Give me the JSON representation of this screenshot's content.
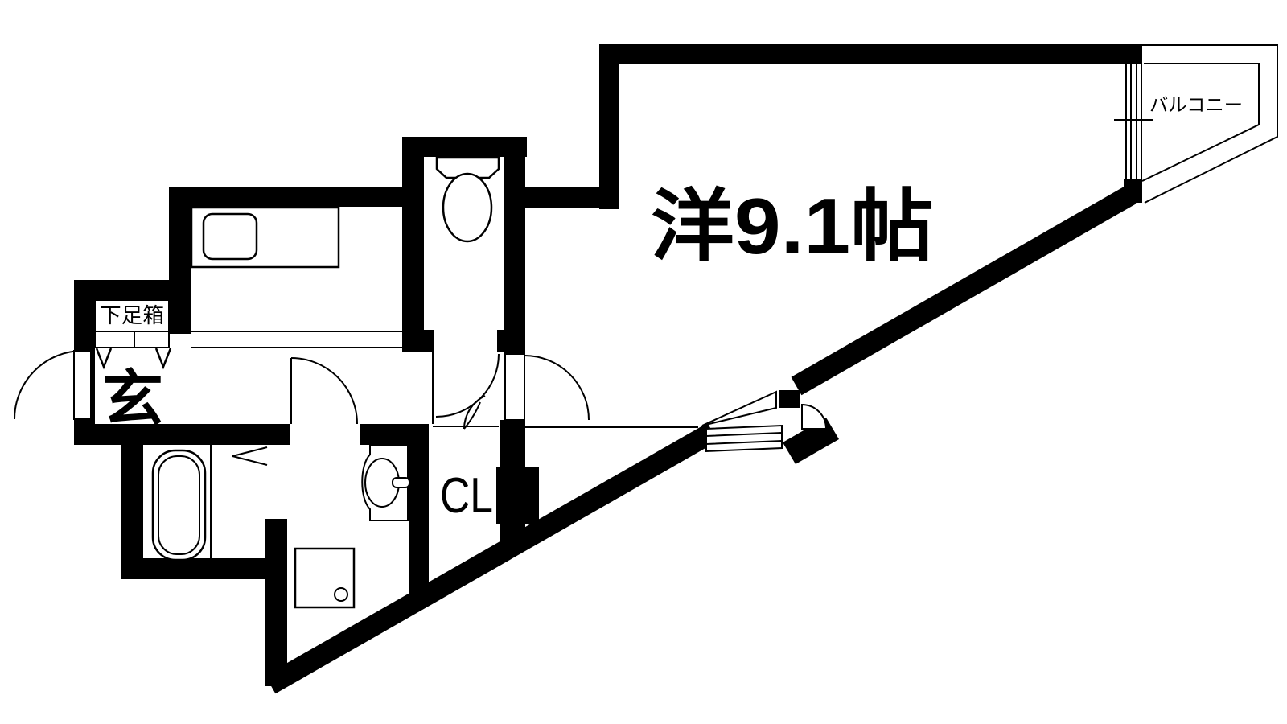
{
  "labels": {
    "main_room": "洋9.1帖",
    "balcony": "バルコニー",
    "shoe_box": "下足箱",
    "entrance": "玄",
    "closet": "CL"
  },
  "colors": {
    "wall": "#000000",
    "background": "#ffffff",
    "line": "#000000"
  },
  "symbols": [
    "entrance-door-swing",
    "hall-door-swing",
    "main-room-door-swing",
    "toilet-door-swing",
    "closet-door-swing",
    "balcony-sliding-window",
    "diagonal-wall-window",
    "folding-door",
    "toilet-symbol",
    "kitchen-sink-symbol",
    "washbasin-symbol",
    "bathtub-symbol",
    "shower-pan-symbol"
  ]
}
